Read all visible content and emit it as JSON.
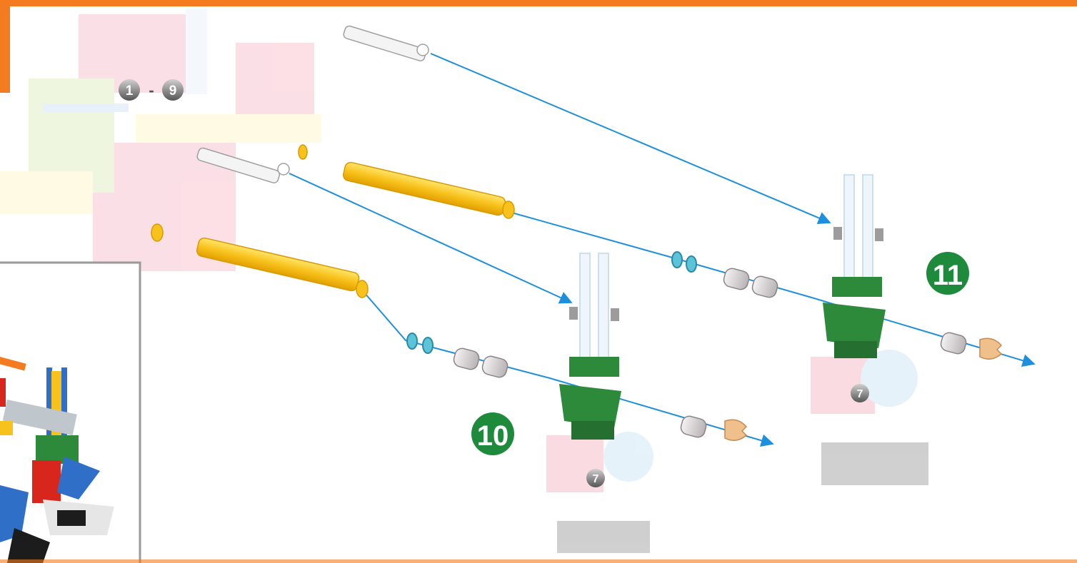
{
  "page": {
    "frame_color": "#f47b20",
    "arrow_color": "#1e8fdc"
  },
  "reference_steps": {
    "from": "1",
    "separator": "-",
    "to": "9"
  },
  "steps": [
    {
      "number": "10",
      "color": "#1e8a3c",
      "part_ref": "7"
    },
    {
      "number": "11",
      "color": "#1e8a3c",
      "part_ref": "7"
    }
  ],
  "icons": {
    "rod": "white-rod-icon",
    "yellow_rod": "yellow-rod-icon",
    "spacer": "blue-spacer-icon",
    "bushing": "grey-bushing-icon",
    "end_cap": "tan-end-cap-icon",
    "connector": "green-connector-icon"
  }
}
